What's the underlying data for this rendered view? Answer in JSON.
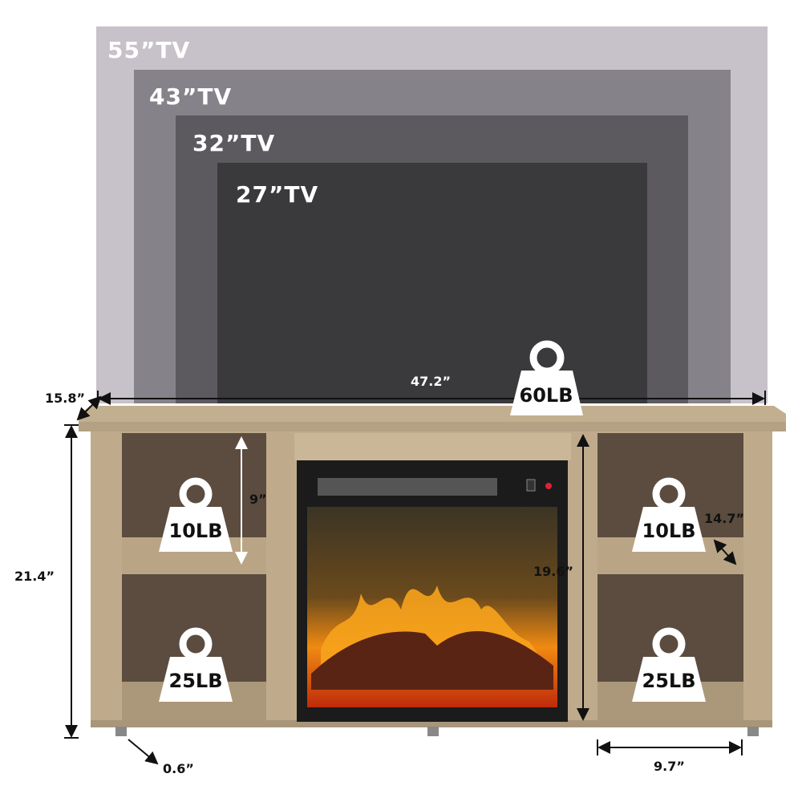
{
  "tv_sizes": [
    {
      "label": "55”TV",
      "color": "#c7c1c9"
    },
    {
      "label": "43”TV",
      "color": "#86828a"
    },
    {
      "label": "32”TV",
      "color": "#5c5a5e"
    },
    {
      "label": "27”TV",
      "color": "#3a393b"
    }
  ],
  "dimensions": {
    "width": "47.2”",
    "depth": "15.8”",
    "height": "21.4”",
    "shelf_height": "9”",
    "fireplace_height": "19.6”",
    "shelf_depth": "14.7”",
    "shelf_width": "9.7”",
    "foot_height": "0.6”"
  },
  "weights": {
    "top": "60LB",
    "left_upper": "10LB",
    "left_lower": "25LB",
    "right_upper": "10LB",
    "right_lower": "25LB"
  },
  "colors": {
    "wood": "#bfab8c",
    "interior": "#5b4c3f",
    "fireplace_frame": "#1b1b1b"
  }
}
